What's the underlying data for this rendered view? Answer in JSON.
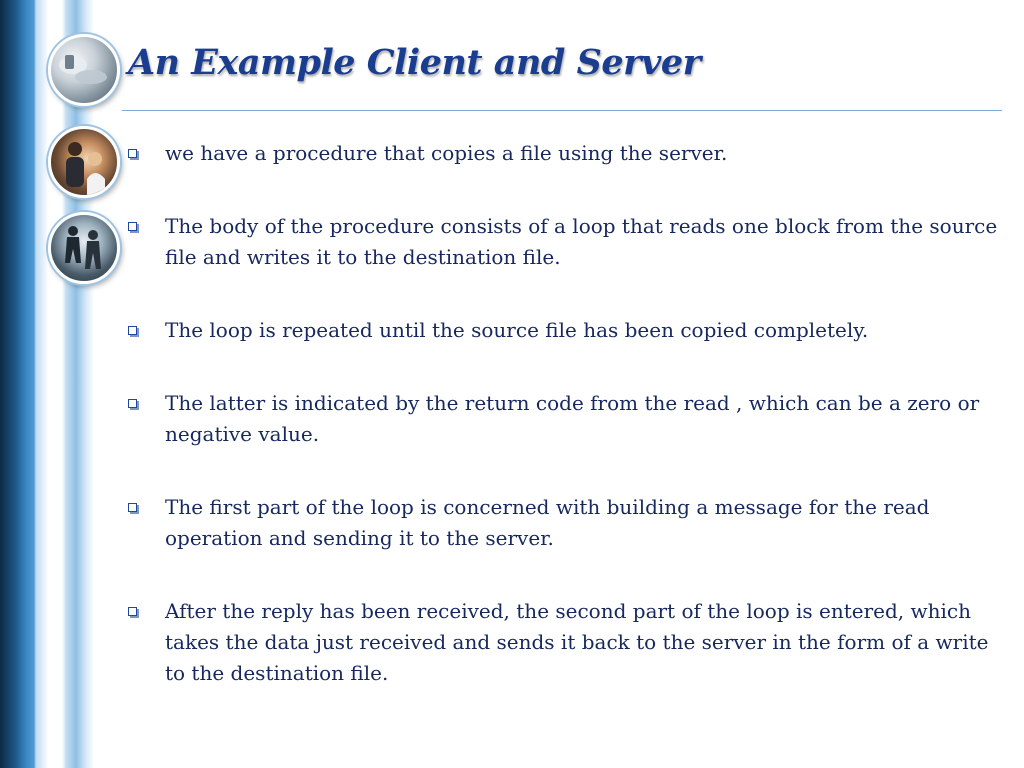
{
  "slide": {
    "title": "An Example Client and Server",
    "bullets": [
      {
        "text": "we have a procedure that copies a file using the server."
      },
      {
        "text": "The body of the procedure consists of a loop that reads one block from the source file and writes it to the destination file."
      },
      {
        "text": " The loop is repeated until the source file has been copied completely."
      },
      {
        "text": "The latter is indicated by the return code from the read , which can be a zero or negative value."
      },
      {
        "text": "The first part of the loop is concerned with building a message for the read operation and sending it to the server."
      },
      {
        "text": " After the reply has been received, the second part of the loop is entered, which takes the data just received and sends it back to the server in the form of a write to the destination file."
      }
    ]
  },
  "theme": {
    "title_color": "#1a3d8f",
    "body_color": "#16285e",
    "accent": "#1e5a8a"
  },
  "decorations": {
    "photos": [
      "objects-photo-circle",
      "people-photo-circle",
      "business-people-photo-circle"
    ]
  }
}
